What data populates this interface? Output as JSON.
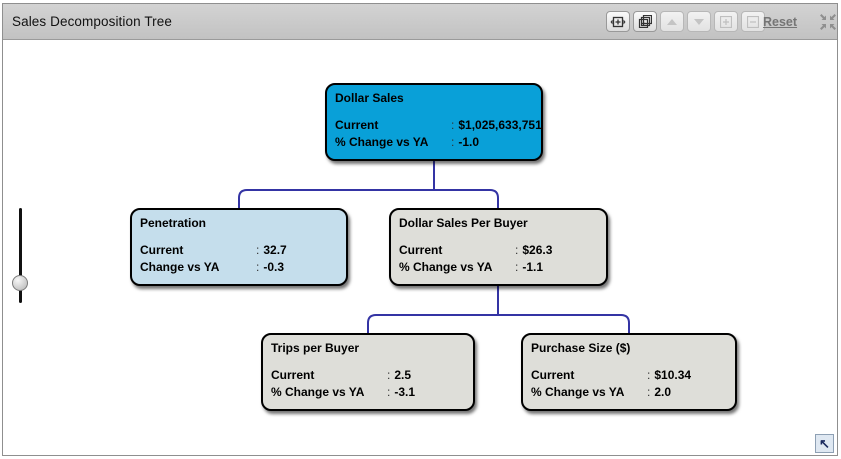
{
  "app": {
    "title": "Sales Decomposition Tree"
  },
  "toolbar": {
    "buttons": [
      {
        "name": "expand-width-button",
        "icon": "fit-width-icon",
        "enabled": true
      },
      {
        "name": "expand-all-button",
        "icon": "cascade-icon",
        "enabled": true
      },
      {
        "name": "move-up-button",
        "icon": "up-arrow-icon",
        "enabled": false
      },
      {
        "name": "move-down-button",
        "icon": "down-arrow-icon",
        "enabled": false
      },
      {
        "name": "zoom-in-button",
        "icon": "plus-box-icon",
        "enabled": false
      },
      {
        "name": "zoom-out-button",
        "icon": "minus-box-icon",
        "enabled": false
      }
    ],
    "reset_label": "Reset",
    "collapse_icon": "collapse-arrows-icon"
  },
  "colors": {
    "root_node": "#09A0D8",
    "highlight_node": "#C5DEEC",
    "default_node": "#DEDED9",
    "connector": "#3434A4"
  },
  "tree": {
    "separator": ":",
    "nodes": [
      {
        "title": "Dollar Sales",
        "color": "#09A0D8",
        "rows": [
          {
            "label": "Current",
            "value": "$1,025,633,751"
          },
          {
            "label": "% Change vs YA",
            "value": "-1.0"
          }
        ]
      },
      {
        "title": "Penetration",
        "color": "#C5DEEC",
        "rows": [
          {
            "label": "Current",
            "value": "32.7"
          },
          {
            "label": "Change vs YA",
            "value": "-0.3"
          }
        ]
      },
      {
        "title": "Dollar Sales Per Buyer",
        "color": "#DEDED9",
        "rows": [
          {
            "label": "Current",
            "value": "$26.3"
          },
          {
            "label": "% Change vs YA",
            "value": "-1.1"
          }
        ]
      },
      {
        "title": "Trips per Buyer",
        "color": "#DEDED9",
        "rows": [
          {
            "label": "Current",
            "value": "2.5"
          },
          {
            "label": "% Change vs YA",
            "value": "-3.1"
          }
        ]
      },
      {
        "title": "Purchase Size ($)",
        "color": "#DEDED9",
        "rows": [
          {
            "label": "Current",
            "value": "$10.34"
          },
          {
            "label": "% Change vs YA",
            "value": "2.0"
          }
        ]
      }
    ]
  },
  "pan_control": {
    "glyph": "↖",
    "icon": "arrow-up-left-icon"
  }
}
